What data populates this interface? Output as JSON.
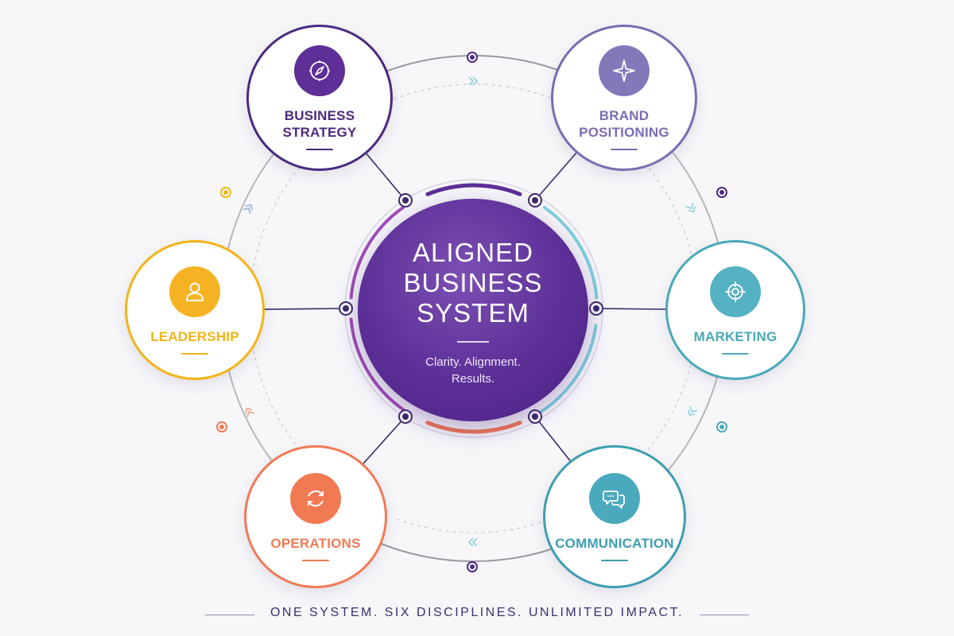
{
  "center": {
    "title": "ALIGNED\nBUSINESS\nSYSTEM",
    "subtitle": "Clarity. Alignment.\nResults."
  },
  "nodes": [
    {
      "id": "strategy",
      "label": "BUSINESS\nSTRATEGY",
      "icon": "compass-icon",
      "color": "#4b2a7f",
      "disc": "#5d2f97"
    },
    {
      "id": "brand",
      "label": "BRAND\nPOSITIONING",
      "icon": "sparkle-star-icon",
      "color": "#7b6cb2",
      "disc": "#8478bb"
    },
    {
      "id": "leadership",
      "label": "LEADERSHIP",
      "icon": "person-icon",
      "color": "#f2b418",
      "disc": "#f5b323"
    },
    {
      "id": "marketing",
      "label": "MARKETING",
      "icon": "target-icon",
      "color": "#4aa9b9",
      "disc": "#56b2c2"
    },
    {
      "id": "operations",
      "label": "OPERATIONS",
      "icon": "refresh-cycle-icon",
      "color": "#f07a55",
      "disc": "#f27a53"
    },
    {
      "id": "communication",
      "label": "COMMUNICATION",
      "icon": "chat-bubbles-icon",
      "color": "#3d9db0",
      "disc": "#4aa9bc"
    }
  ],
  "tagline": "ONE SYSTEM.   SIX DISCIPLINES.   UNLIMITED IMPACT.",
  "colors": {
    "background": "#f7f7fa",
    "center": "#5c2f97",
    "ring": "#bdbdc4"
  }
}
